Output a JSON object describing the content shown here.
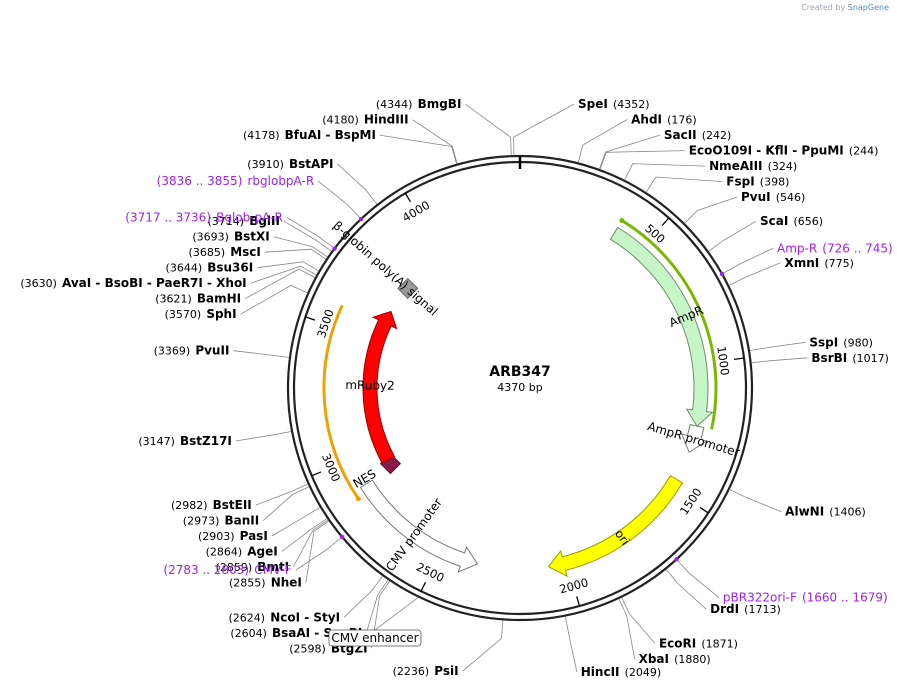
{
  "credit": {
    "prefix": "Created by",
    "brand": "SnapGene"
  },
  "plasmid": {
    "name": "ARB347",
    "length_label": "4370 bp",
    "length": 4370
  },
  "tick_labels": [
    "500",
    "1000",
    "1500",
    "2000",
    "2500",
    "3000",
    "3500",
    "4000"
  ],
  "features": [
    {
      "name": "AmpR",
      "start": 380,
      "end": 1240,
      "dir": "cw",
      "color": "#c8f5c8",
      "stroke": "#6a8f6a",
      "track": "inner"
    },
    {
      "name": "AmpR promoter",
      "start": 1240,
      "end": 1345,
      "dir": "cw",
      "color": "#ffffff",
      "stroke": "#777777",
      "track": "inner"
    },
    {
      "name": "ori",
      "start": 1460,
      "end": 2075,
      "dir": "cw",
      "color": "#ffff00",
      "stroke": "#999900",
      "track": "inner"
    },
    {
      "name": "CMV promoter",
      "start": 2350,
      "end": 2890,
      "dir": "ccw",
      "color": "#ffffff",
      "stroke": "#777777",
      "track": "inner"
    },
    {
      "name": "NES",
      "start": 2895,
      "end": 2925,
      "dir": "none",
      "color": "#8b1a4a",
      "stroke": "#5a0f30",
      "track": "deep"
    },
    {
      "name": "mRuby2",
      "start": 2930,
      "end": 3650,
      "dir": "cw",
      "color": "#ff0000",
      "stroke": "#990000",
      "track": "deep"
    },
    {
      "name": "β-globin poly(A) signal",
      "start": 3760,
      "end": 3805,
      "dir": "none",
      "color": "#999999",
      "stroke": "#666666",
      "track": "deep"
    }
  ],
  "outer_arcs": [
    {
      "name": "green-arc",
      "start": 380,
      "end": 1240,
      "color": "#7ab800"
    },
    {
      "name": "orange-arc",
      "start": 2860,
      "end": 3580,
      "color": "#f0a000"
    }
  ],
  "sites": [
    {
      "name": "BmgBI",
      "pos": "(4344)",
      "bp": 4344,
      "side": "L"
    },
    {
      "name": "SpeI",
      "pos": "(4352)",
      "bp": 4352,
      "side": "R"
    },
    {
      "name": "AhdI",
      "pos": "(176)",
      "bp": 176,
      "side": "R"
    },
    {
      "name": "SacII",
      "pos": "(242)",
      "bp": 242,
      "side": "R"
    },
    {
      "name": "EcoO109I - KflI - PpuMI",
      "pos": "(244)",
      "bp": 244,
      "side": "R"
    },
    {
      "name": "NmeAIII",
      "pos": "(324)",
      "bp": 324,
      "side": "R"
    },
    {
      "name": "FspI",
      "pos": "(398)",
      "bp": 398,
      "side": "R"
    },
    {
      "name": "PvuI",
      "pos": "(546)",
      "bp": 546,
      "side": "R"
    },
    {
      "name": "ScaI",
      "pos": "(656)",
      "bp": 656,
      "side": "R"
    },
    {
      "name": "XmnI",
      "pos": "(775)",
      "bp": 775,
      "side": "R"
    },
    {
      "name": "SspI",
      "pos": "(980)",
      "bp": 980,
      "side": "R"
    },
    {
      "name": "BsrBI",
      "pos": "(1017)",
      "bp": 1017,
      "side": "R"
    },
    {
      "name": "AlwNI",
      "pos": "(1406)",
      "bp": 1406,
      "side": "R"
    },
    {
      "name": "DrdI",
      "pos": "(1713)",
      "bp": 1713,
      "side": "R"
    },
    {
      "name": "EcoRI",
      "pos": "(1871)",
      "bp": 1871,
      "side": "R"
    },
    {
      "name": "XbaI",
      "pos": "(1880)",
      "bp": 1880,
      "side": "R"
    },
    {
      "name": "HincII",
      "pos": "(2049)",
      "bp": 2049,
      "side": "R"
    },
    {
      "name": "PsiI",
      "pos": "(2236)",
      "bp": 2236,
      "side": "L"
    },
    {
      "name": "BtgZI",
      "pos": "(2598)",
      "bp": 2598,
      "side": "L"
    },
    {
      "name": "BsaAI - SnaBI",
      "pos": "(2604)",
      "bp": 2604,
      "side": "L"
    },
    {
      "name": "NcoI - StyI",
      "pos": "(2624)",
      "bp": 2624,
      "side": "L"
    },
    {
      "name": "NheI",
      "pos": "(2855)",
      "bp": 2855,
      "side": "L"
    },
    {
      "name": "BmtI",
      "pos": "(2859)",
      "bp": 2859,
      "side": "L"
    },
    {
      "name": "AgeI",
      "pos": "(2864)",
      "bp": 2864,
      "side": "L"
    },
    {
      "name": "PasI",
      "pos": "(2903)",
      "bp": 2903,
      "side": "L"
    },
    {
      "name": "BanII",
      "pos": "(2973)",
      "bp": 2973,
      "side": "L"
    },
    {
      "name": "BstEII",
      "pos": "(2982)",
      "bp": 2982,
      "side": "L"
    },
    {
      "name": "BstZ17I",
      "pos": "(3147)",
      "bp": 3147,
      "side": "L"
    },
    {
      "name": "PvuII",
      "pos": "(3369)",
      "bp": 3369,
      "side": "L"
    },
    {
      "name": "SphI",
      "pos": "(3570)",
      "bp": 3570,
      "side": "L"
    },
    {
      "name": "BamHI",
      "pos": "(3621)",
      "bp": 3621,
      "side": "L"
    },
    {
      "name": "AvaI - BsoBI - PaeR7I - XhoI",
      "pos": "(3630)",
      "bp": 3630,
      "side": "L"
    },
    {
      "name": "Bsu36I",
      "pos": "(3644)",
      "bp": 3644,
      "side": "L"
    },
    {
      "name": "MscI",
      "pos": "(3685)",
      "bp": 3685,
      "side": "L"
    },
    {
      "name": "BstXI",
      "pos": "(3693)",
      "bp": 3693,
      "side": "L"
    },
    {
      "name": "BglII",
      "pos": "(3714)",
      "bp": 3714,
      "side": "L"
    },
    {
      "name": "BstAPI",
      "pos": "(3910)",
      "bp": 3910,
      "side": "L"
    },
    {
      "name": "BfuAI - BspMI",
      "pos": "(4178)",
      "bp": 4178,
      "side": "L"
    },
    {
      "name": "HindIII",
      "pos": "(4180)",
      "bp": 4180,
      "side": "L"
    }
  ],
  "primers": [
    {
      "name": "rbglobpA-R",
      "range": "(3836 .. 3855)",
      "bp": 3845,
      "side": "L"
    },
    {
      "name": "Bglob-pA-R",
      "range": "(3717 .. 3736)",
      "bp": 3726,
      "side": "L"
    },
    {
      "name": "Amp-R",
      "range": "(726 .. 745)",
      "bp": 735,
      "side": "R"
    },
    {
      "name": "pBR322ori-F",
      "range": "(1660 .. 1679)",
      "bp": 1670,
      "side": "R"
    },
    {
      "name": "CMV-F",
      "range": "(2783 .. 2803)",
      "bp": 2793,
      "side": "L"
    }
  ],
  "boxed_label": {
    "text": "CMV enhancer",
    "bp": 2500
  }
}
